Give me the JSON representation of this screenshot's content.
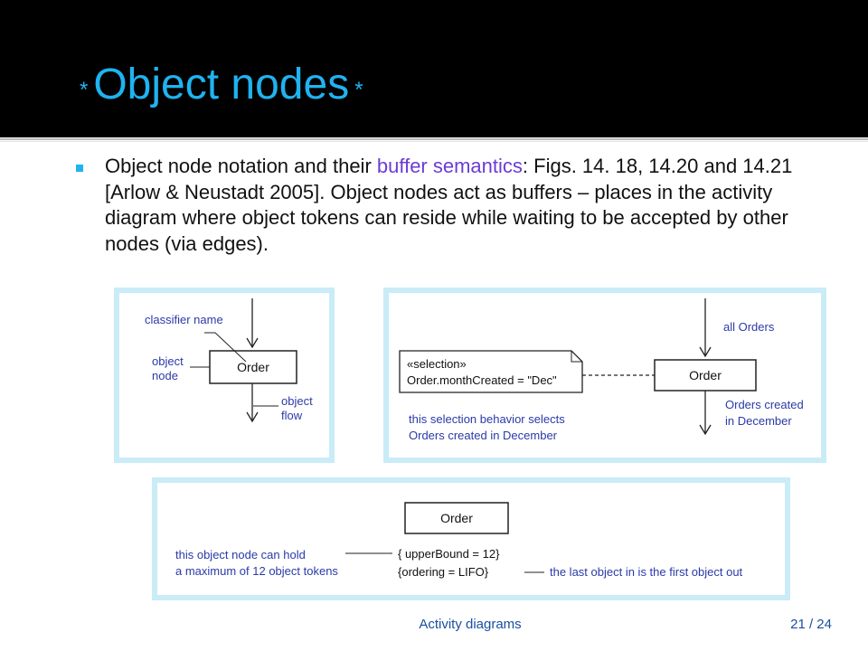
{
  "slide": {
    "title": "Object nodes",
    "title_star_left": "*",
    "title_star_right": "*",
    "bullet": {
      "part1": "Object node notation and their ",
      "highlight": "buffer semantics",
      "part2": ": Figs. 14. 18, 14.20 and 14.21 [Arlow & Neustadt 2005]. Object nodes act as buffers – places in the activity diagram where object tokens can reside while waiting to be accepted by other nodes (via edges)."
    },
    "footer": {
      "topic": "Activity diagrams",
      "page": "21 / 24"
    }
  },
  "colors": {
    "title": "#1fb3f0",
    "header_bg": "#000000",
    "highlight": "#6a3cd6",
    "figure_frame": "#c9ecf7",
    "figure_label": "#2b3aa8",
    "footer": "#1a4fa0"
  },
  "figure1": {
    "node_label": "Order",
    "classifier_name": "classifier name",
    "object_node_line1": "object",
    "object_node_line2": "node",
    "object_flow_line1": "object",
    "object_flow_line2": "flow"
  },
  "figure2": {
    "node_label": "Order",
    "note_line1": "«selection»",
    "note_line2": "Order.monthCreated = \"Dec\"",
    "incoming_label": "all Orders",
    "outgoing_line1": "Orders created",
    "outgoing_line2": "in December",
    "caption_line1": "this selection behavior selects",
    "caption_line2": "Orders created in December"
  },
  "figure3": {
    "node_label": "Order",
    "constraint1": "{ upperBound = 12}",
    "constraint2": "{ordering = LIFO}",
    "left_line1": "this object node can hold",
    "left_line2": "a maximum of 12 object tokens",
    "right_text": "the last object in is the first object out"
  }
}
